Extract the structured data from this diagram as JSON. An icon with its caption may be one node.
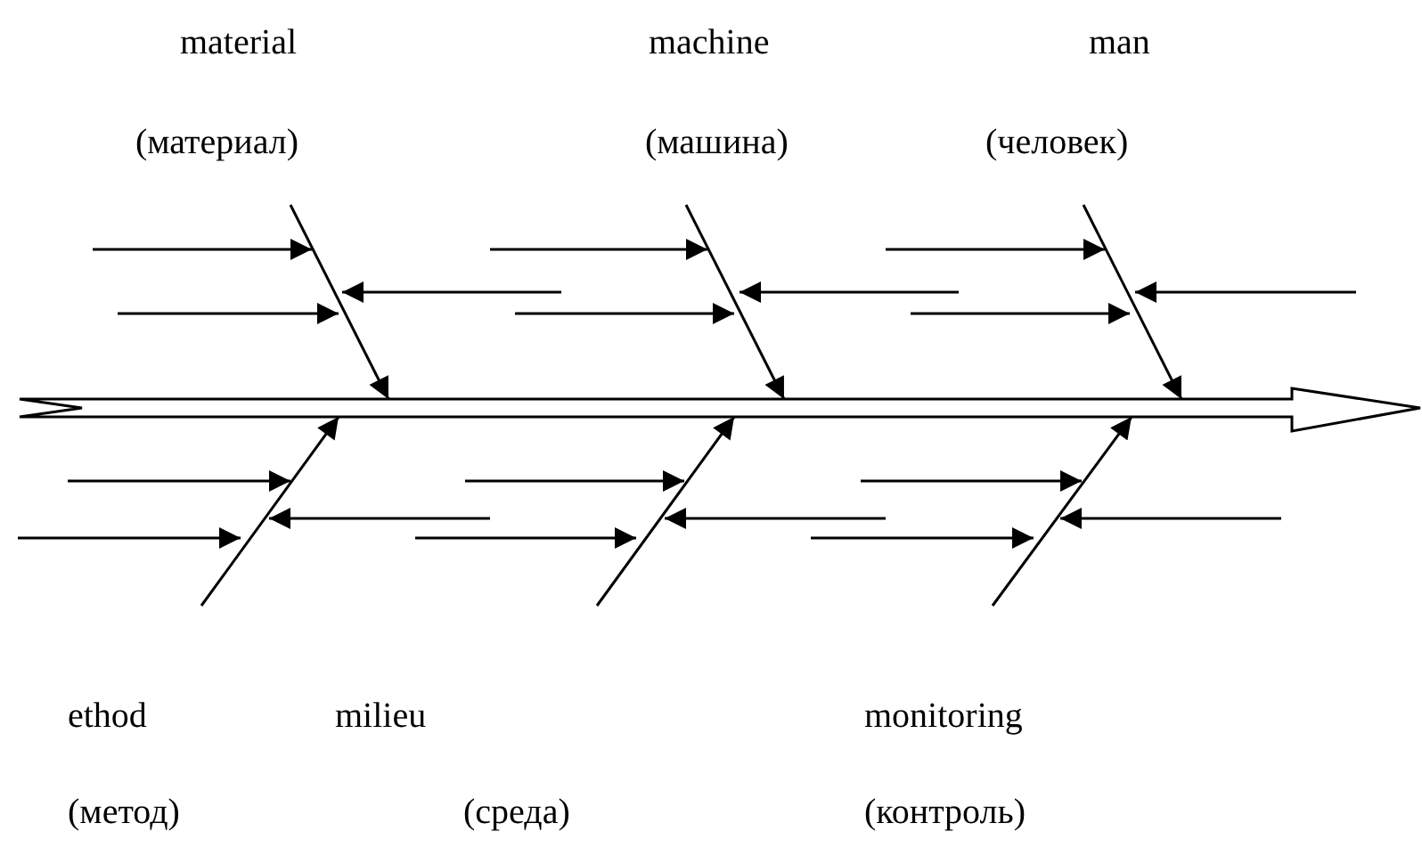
{
  "diagram": {
    "nodes": [
      {
        "text": [
          "material",
          "(материал)"
        ]
      },
      {
        "text": [
          "machine",
          "(машина)"
        ]
      },
      {
        "text": [
          "man",
          "(человек)"
        ]
      },
      {
        "text": [],
        "shape": "arrow"
      },
      {
        "text": [
          "ethod",
          "(метод)"
        ]
      },
      {
        "text": [
          "milieu",
          "(среда)"
        ]
      },
      {
        "text": [
          "monitoring",
          "(контроль)"
        ]
      }
    ],
    "edges": [
      {
        "from": 0,
        "to": 3,
        "arrow": "to"
      },
      {
        "from": 1,
        "to": 3,
        "arrow": "to"
      },
      {
        "from": 2,
        "to": 3,
        "arrow": "to"
      },
      {
        "from": 4,
        "to": 3,
        "arrow": "to"
      },
      {
        "from": 5,
        "to": 3,
        "arrow": "to"
      },
      {
        "from": 6,
        "to": 3,
        "arrow": "to"
      }
    ]
  }
}
